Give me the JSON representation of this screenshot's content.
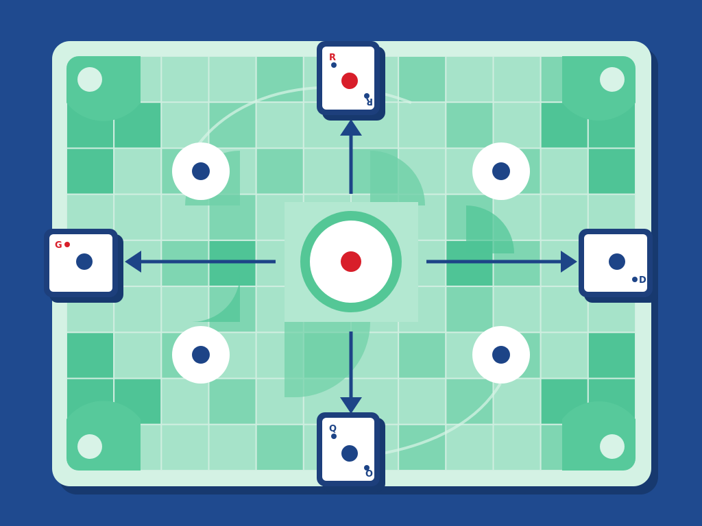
{
  "colors": {
    "background": "#1f4a8f",
    "board_frame": "#d4f2e4",
    "tile_light": "#a6e3c9",
    "tile_mid": "#7fd6b2",
    "tile_dark": "#4fc496",
    "grid_line": "#cfeee0",
    "piece_navy": "#1d4487",
    "piece_outline": "#1d3f7c",
    "card_white": "#ffffff",
    "target_red": "#d81e2a",
    "target_ring": "#54c796"
  },
  "board": {
    "rows": 9,
    "cols": 12
  },
  "cards": {
    "top": {
      "label": "R"
    },
    "left": {
      "label": "G"
    },
    "right": {
      "label": "D"
    },
    "bottom": {
      "label": "Q"
    }
  },
  "arrows": [
    "up",
    "left",
    "right",
    "down"
  ],
  "tokens": [
    "top-left",
    "top-right",
    "bottom-left",
    "bottom-right"
  ]
}
